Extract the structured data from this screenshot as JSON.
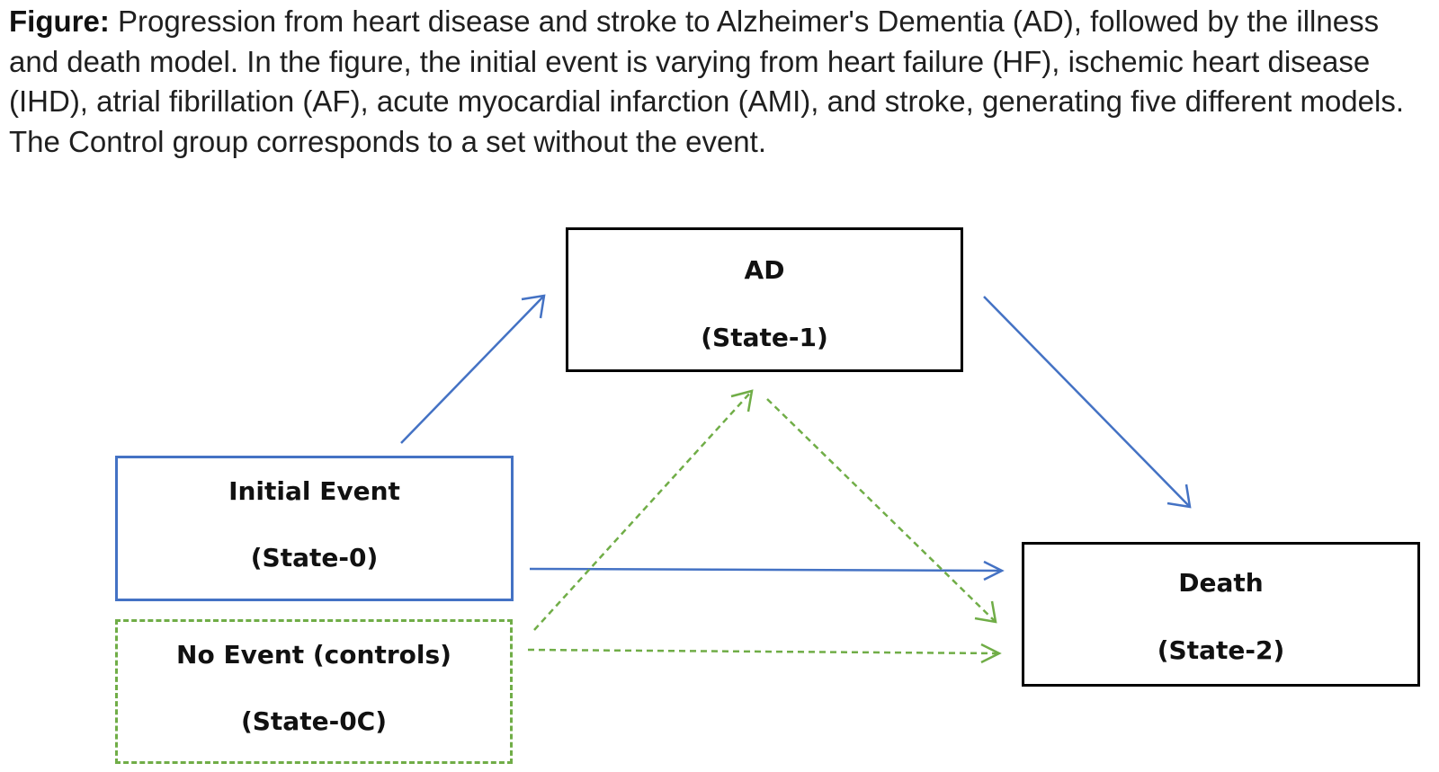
{
  "caption": {
    "lead": "Figure:",
    "text": "Progression from heart disease and stroke to Alzheimer's Dementia (AD), followed by the illness and death model. In the figure, the initial event is varying from heart failure (HF), ischemic heart disease (IHD), atrial fibrillation (AF), acute myocardial infarction (AMI), and stroke, generating five different models. The Control group corresponds to a set without the event."
  },
  "nodes": {
    "ad": {
      "title": "AD",
      "state": "(State-1)"
    },
    "initial": {
      "title": "Initial Event",
      "state": "(State-0)"
    },
    "noevent": {
      "title": "No Event (controls)",
      "state": "(State-0C)"
    },
    "death": {
      "title": "Death",
      "state": "(State-2)"
    }
  },
  "edges": [
    {
      "from": "initial",
      "to": "ad",
      "style": "solid",
      "color": "#4472c4"
    },
    {
      "from": "initial",
      "to": "death",
      "style": "solid",
      "color": "#4472c4"
    },
    {
      "from": "ad",
      "to": "death",
      "style": "solid",
      "color": "#4472c4"
    },
    {
      "from": "noevent",
      "to": "ad",
      "style": "dashed",
      "color": "#70ad47"
    },
    {
      "from": "noevent",
      "to": "death",
      "style": "dashed",
      "color": "#70ad47"
    },
    {
      "from": "ad",
      "to": "death",
      "style": "dashed",
      "color": "#70ad47"
    }
  ]
}
